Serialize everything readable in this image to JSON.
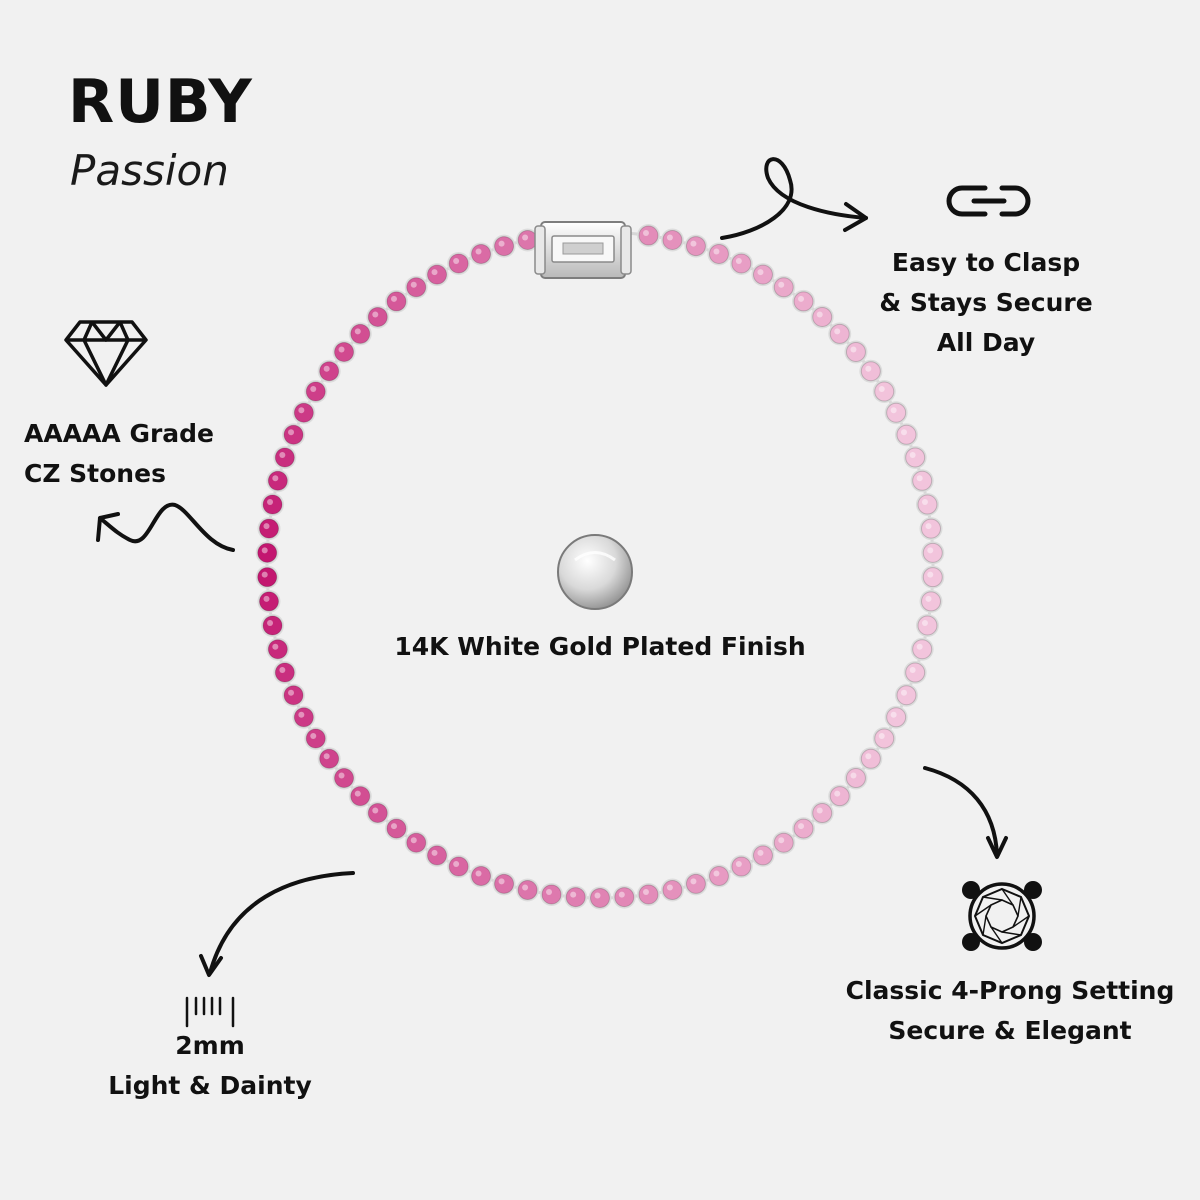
{
  "brand": {
    "title": "RUBY",
    "subtitle": "Passion"
  },
  "features": {
    "clasp": {
      "icon": "chain-link-icon",
      "line1": "Easy to Clasp",
      "line2": "& Stays Secure",
      "line3": "All Day"
    },
    "stones": {
      "icon": "diamond-icon",
      "line1": "AAAAA Grade",
      "line2": "CZ Stones"
    },
    "finish": {
      "icon": "metal-swatch-icon",
      "label": "14K White Gold Plated Finish"
    },
    "setting": {
      "icon": "four-prong-setting-icon",
      "line1": "Classic 4-Prong Setting",
      "line2": "Secure & Elegant"
    },
    "width": {
      "icon": "ruler-icon",
      "line1": "2mm",
      "line2": "Light & Dainty"
    }
  },
  "product": {
    "name": "tennis bracelet",
    "stone_colors": {
      "deep": "#c2136e",
      "light": "#f2c4dc"
    },
    "metal_color": "#e6e6e6",
    "background": "#f1f1f1"
  }
}
